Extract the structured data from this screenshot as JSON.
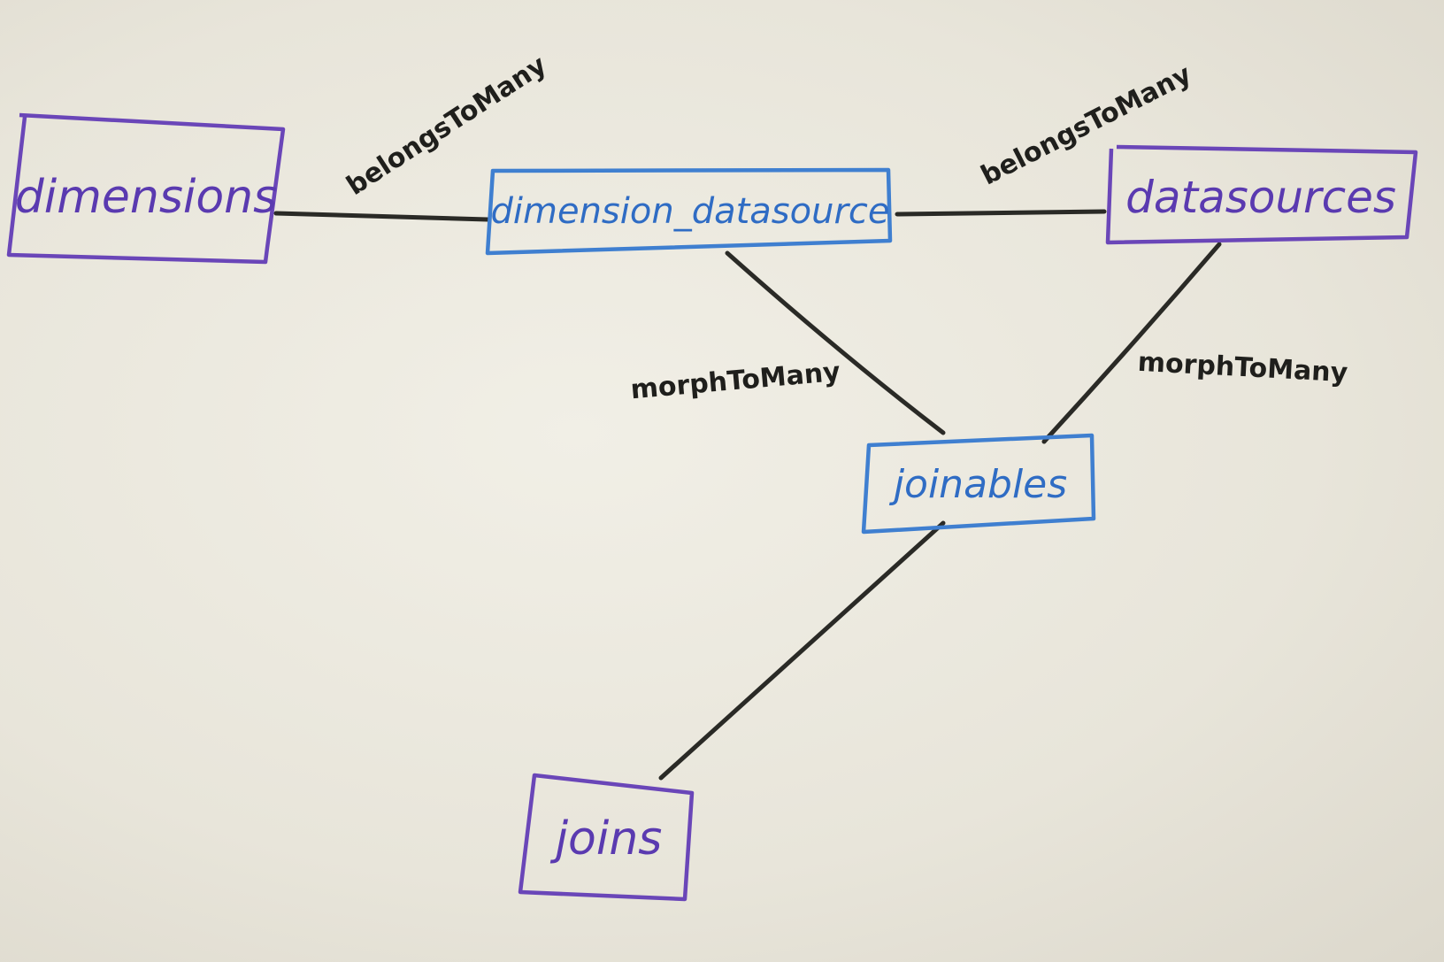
{
  "nodes": {
    "dimensions": "dimensions",
    "dimension_datasource": "dimension_datasource",
    "datasources": "datasources",
    "joinables": "joinables",
    "joins": "joins"
  },
  "edges": {
    "dimensions_to_pivot": "belongsToMany",
    "pivot_to_datasources": "belongsToMany",
    "pivot_to_joinables": "morphToMany",
    "datasources_to_joinables": "morphToMany"
  },
  "colors": {
    "table": "#6a46b8",
    "pivot": "#3f7fd0",
    "ink": "#2a2a26"
  }
}
